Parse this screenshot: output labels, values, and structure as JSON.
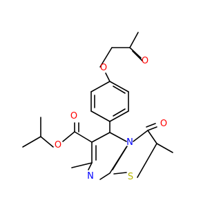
{
  "molecule": {
    "atom_labels": {
      "o_acetoxy_ether": "O",
      "o_acetoxy_carbonyl": "O",
      "o_lactam": "O",
      "n_ring": "N",
      "o_ester_carbonyl": "O",
      "o_ester_ether": "O",
      "n_imine": "N",
      "s_thiazolidine": "S"
    },
    "colors": {
      "bond": "#000000",
      "oxygen": "#ff0000",
      "nitrogen": "#0000ff",
      "sulfur": "#b5b500"
    }
  }
}
